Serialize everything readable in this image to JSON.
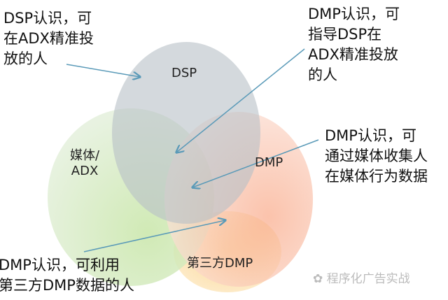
{
  "circles": {
    "dsp": "DSP",
    "media": "媒体/\nADX",
    "dmp": "DMP",
    "third_party": "第三方DMP"
  },
  "annotations": {
    "dsp_note": "DSP认识，可\n在ADX精准投\n放的人",
    "dmp_guide_note": "DMP认识，可\n指导DSP在\nADX精准投放\n的人",
    "dmp_media_note": "DMP认识，可\n通过媒体收集人\n在媒体行为数据",
    "dmp_third_note": "DMP认识，可利用\n第三方DMP数据的人"
  },
  "watermark": {
    "icon": "wechat-icon",
    "text": "程序化广告实战"
  },
  "colors": {
    "dsp": "#cdd3d8",
    "media": "#cfe6bf",
    "dmp": "#f8b8a0",
    "third": "#fbd58c",
    "arrow": "#5a9ab8"
  }
}
